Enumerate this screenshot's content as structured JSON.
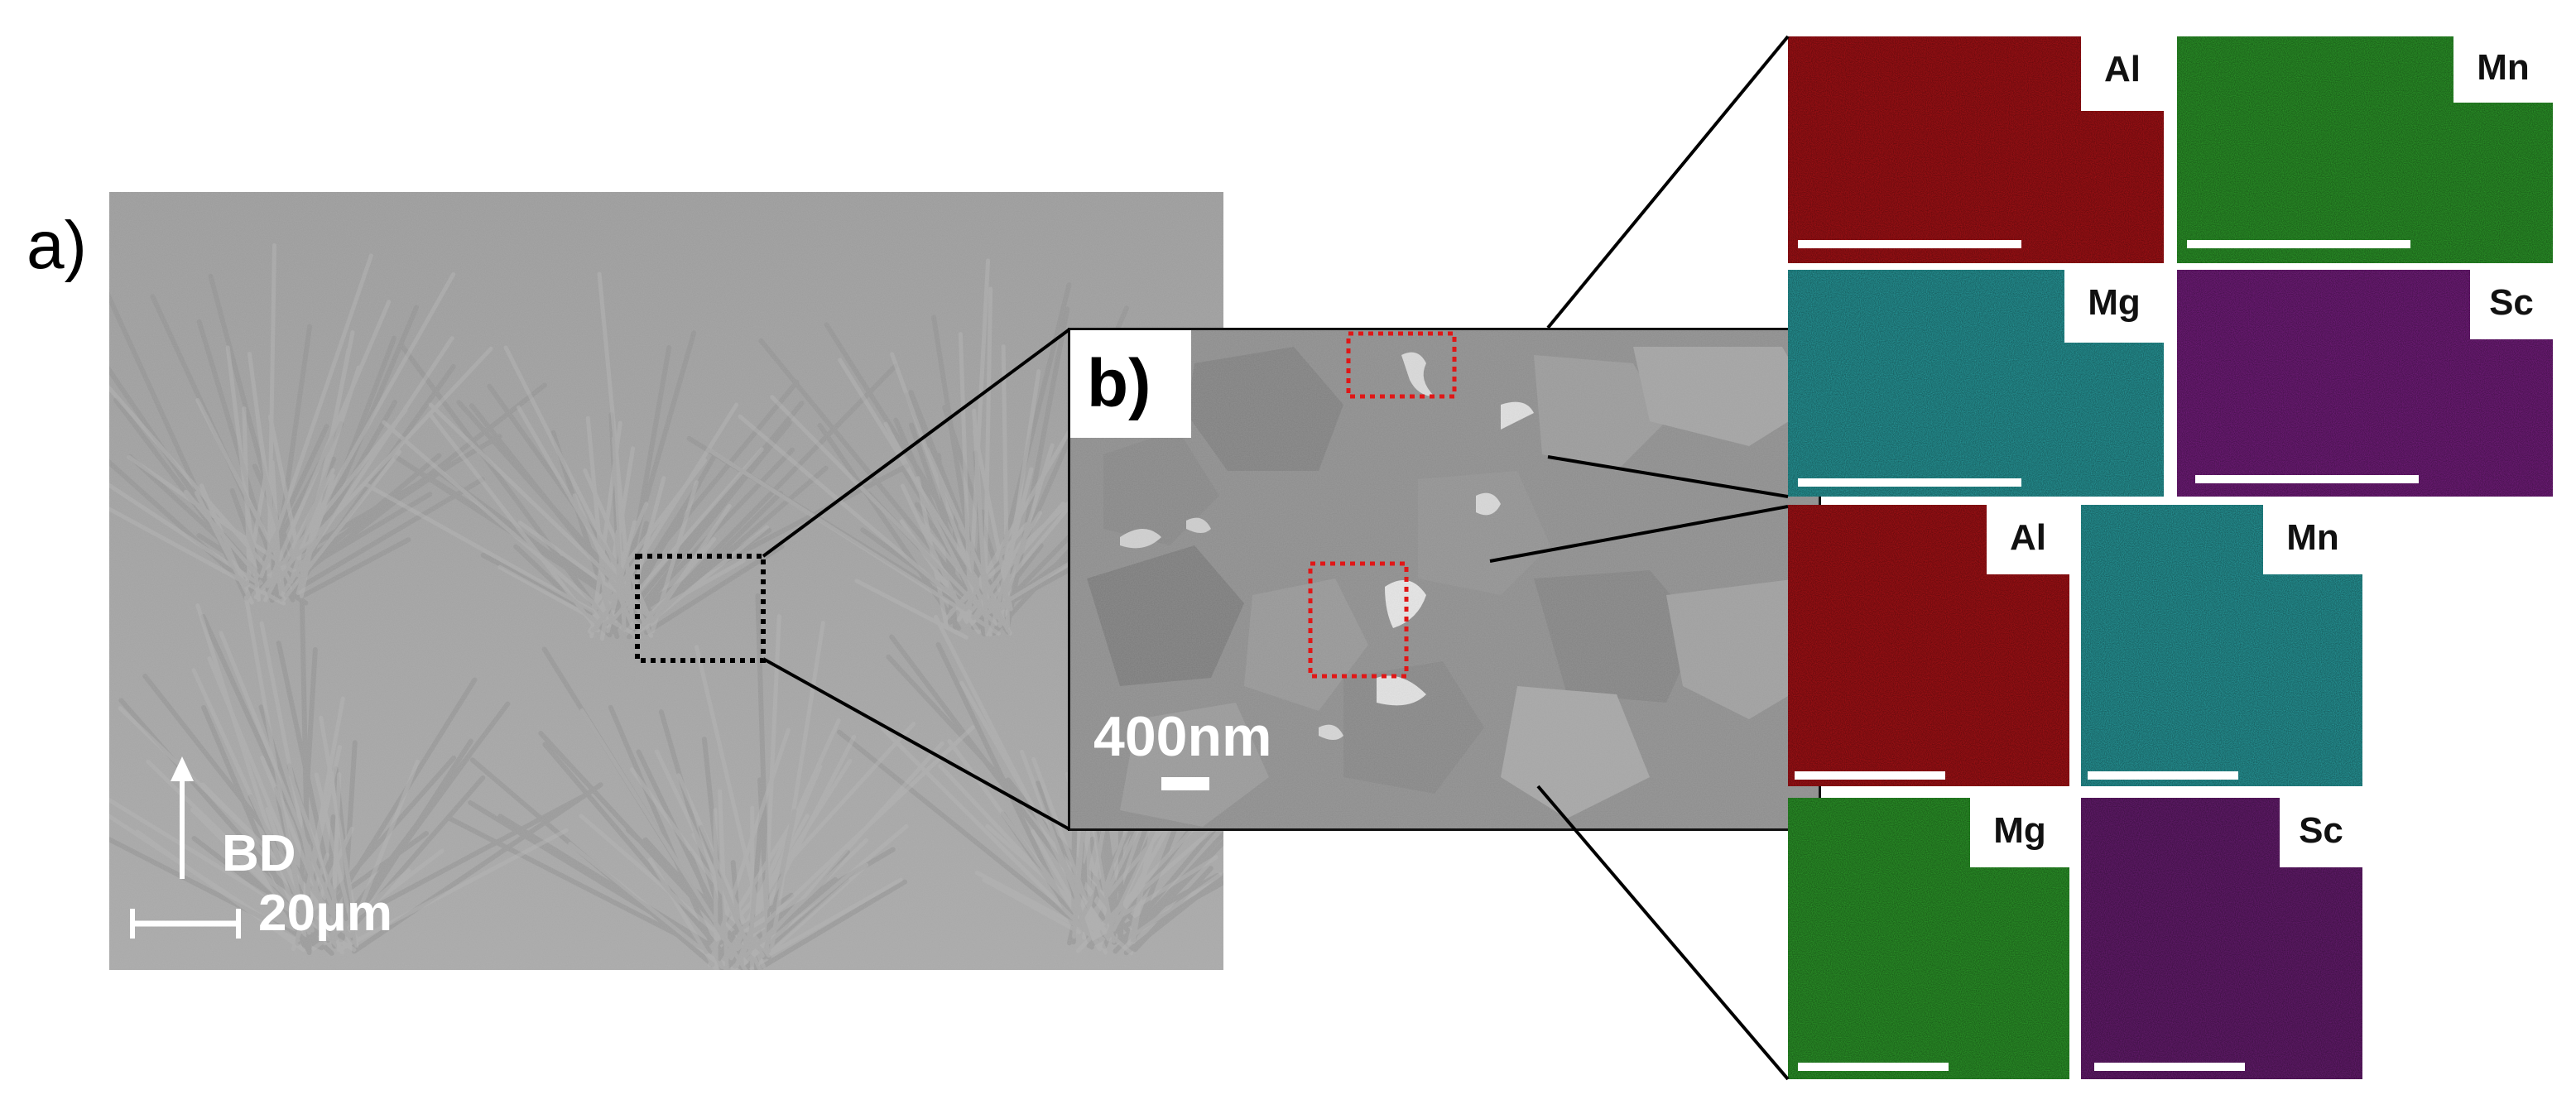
{
  "figure": {
    "label_a": "a)",
    "label_b": "b)",
    "direction_arrow_label": "BD",
    "scale_a_text": "20μm",
    "scale_b_text": "400nm"
  },
  "maps_top": [
    {
      "element": "Al",
      "color": "#b31217"
    },
    {
      "element": "Mn",
      "color": "#2fa32c"
    },
    {
      "element": "Mg",
      "color": "#2aa5a7"
    },
    {
      "element": "Sc",
      "color": "#7c1f86"
    }
  ],
  "maps_bottom": [
    {
      "element": "Al",
      "color": "#b31217"
    },
    {
      "element": "Mn",
      "color": "#2aa5a7"
    },
    {
      "element": "Mg",
      "color": "#2fa32c"
    },
    {
      "element": "Sc",
      "color": "#6e1e78"
    }
  ]
}
